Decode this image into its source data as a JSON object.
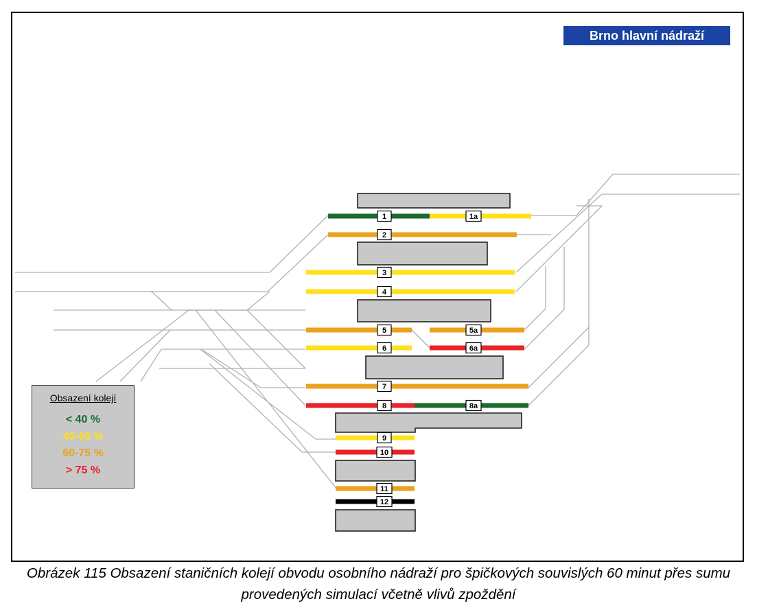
{
  "station_title": "Brno hlavní nádraží",
  "title_color": "#1a43a3",
  "legend": {
    "title": "Obsazení kolejí",
    "items": [
      {
        "label": "< 40 %",
        "color": "#1a6b2e"
      },
      {
        "label": "40-60 %",
        "color": "#ffe01e"
      },
      {
        "label": "60-75 %",
        "color": "#eba21e"
      },
      {
        "label": "> 75 %",
        "color": "#e8232a"
      }
    ]
  },
  "occupancy_colors": {
    "green": "#1a6b2e",
    "yellow": "#ffe01e",
    "orange": "#eba21e",
    "red": "#e8232a",
    "black": "#000000",
    "platform": "#c8c8c8",
    "line": "#b4b4b4"
  },
  "tracks": [
    {
      "label": "1",
      "occupancy": "green"
    },
    {
      "label": "1a",
      "occupancy": "yellow"
    },
    {
      "label": "2",
      "occupancy": "orange"
    },
    {
      "label": "3",
      "occupancy": "yellow"
    },
    {
      "label": "4",
      "occupancy": "yellow"
    },
    {
      "label": "5",
      "occupancy": "orange"
    },
    {
      "label": "5a",
      "occupancy": "orange"
    },
    {
      "label": "6",
      "occupancy": "yellow"
    },
    {
      "label": "6a",
      "occupancy": "red"
    },
    {
      "label": "7",
      "occupancy": "orange"
    },
    {
      "label": "8",
      "occupancy": "red"
    },
    {
      "label": "8a",
      "occupancy": "green"
    },
    {
      "label": "9",
      "occupancy": "yellow"
    },
    {
      "label": "10",
      "occupancy": "red"
    },
    {
      "label": "11",
      "occupancy": "orange"
    },
    {
      "label": "12",
      "occupancy": "black"
    }
  ],
  "caption": "Obrázek 115 Obsazení staničních kolejí obvodu osobního nádraží pro špičkových souvislých 60 minut přes sumu provedených simulací včetně vlivů zpoždění"
}
